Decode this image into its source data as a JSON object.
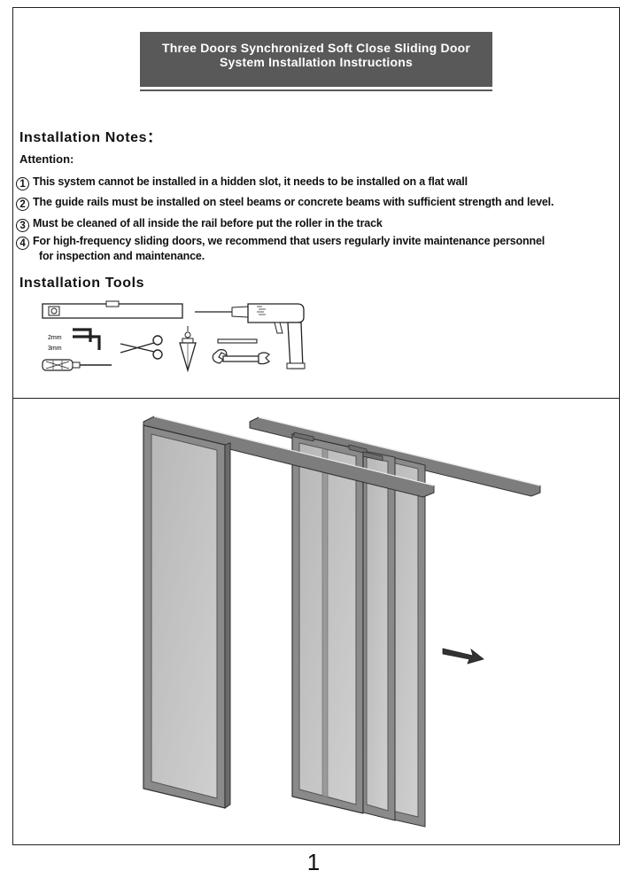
{
  "title": {
    "line1": "Three Doors Synchronized Soft Close Sliding Door",
    "line2": "System Installation Instructions"
  },
  "notes_heading": "Installation Notes：",
  "attention_label": "Attention:",
  "notes": [
    {
      "num": "1",
      "text": "This system cannot be installed in a hidden slot, it needs to be installed on a flat wall"
    },
    {
      "num": "2",
      "text": "The guide rails must be installed on steel beams or concrete beams with sufficient strength and level."
    },
    {
      "num": "3",
      "text": "Must be cleaned of all inside the rail before put the roller in the track"
    },
    {
      "num": "4",
      "text": "For high-frequency sliding doors, we recommend that users regularly invite maintenance personnel",
      "text2": "for inspection and maintenance."
    }
  ],
  "tools_heading": "Installation Tools",
  "tools": {
    "items": [
      "spirit-level",
      "electric-drill",
      "allen-keys",
      "screwdriver",
      "scissors",
      "plumb-bob",
      "pencil",
      "wrench"
    ],
    "allen_key_sizes": [
      "2mm",
      "3mm"
    ]
  },
  "page_number": "1"
}
